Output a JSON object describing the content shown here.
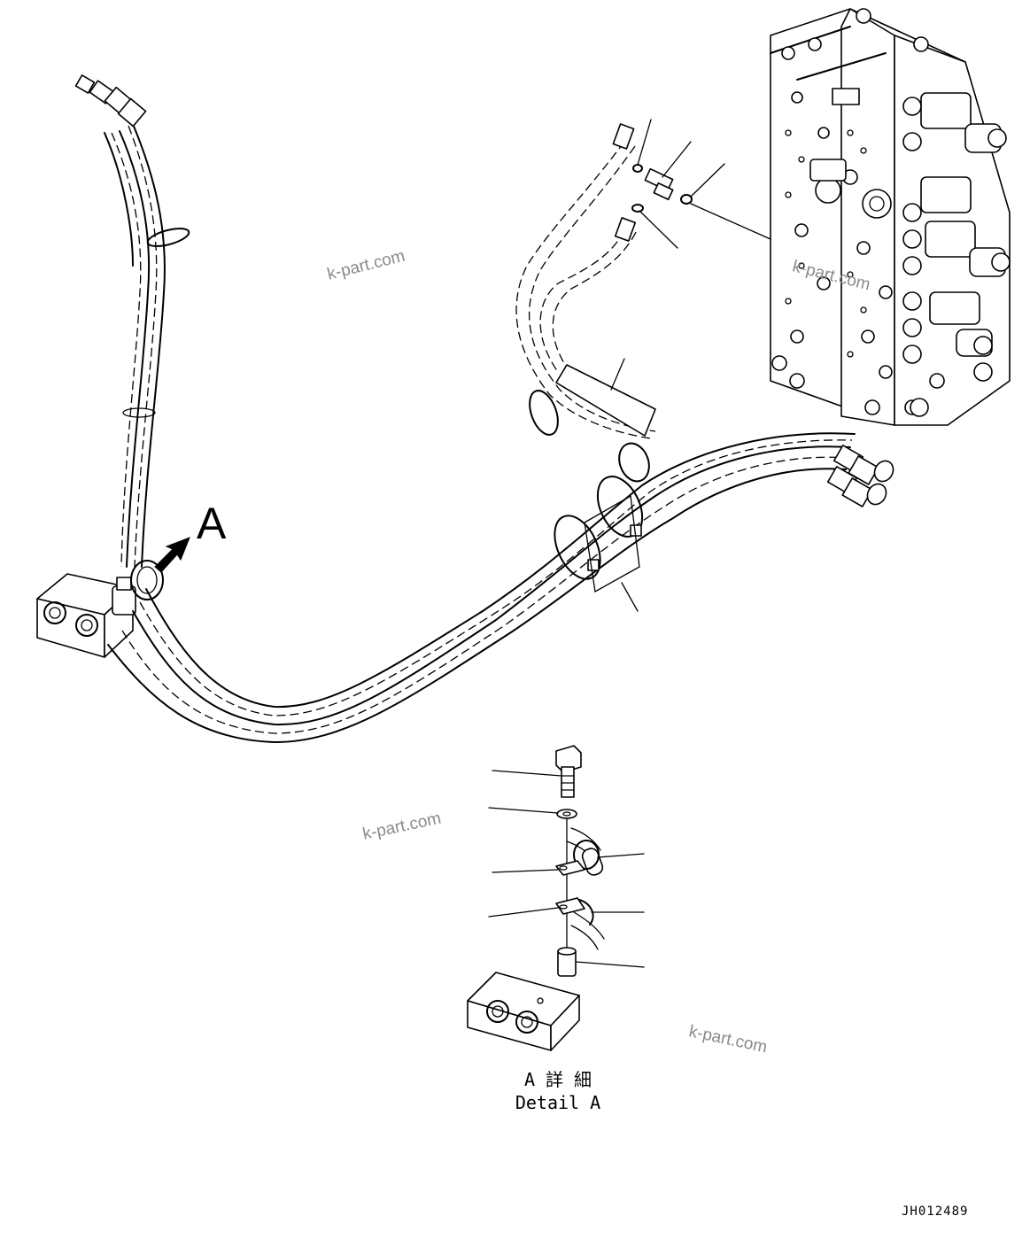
{
  "diagram": {
    "view_letter": "A",
    "detail_title_jp": "A 詳 細",
    "detail_title_en": "Detail A",
    "drawing_code": "JH012489"
  },
  "watermark": {
    "text": "k-part.com"
  }
}
